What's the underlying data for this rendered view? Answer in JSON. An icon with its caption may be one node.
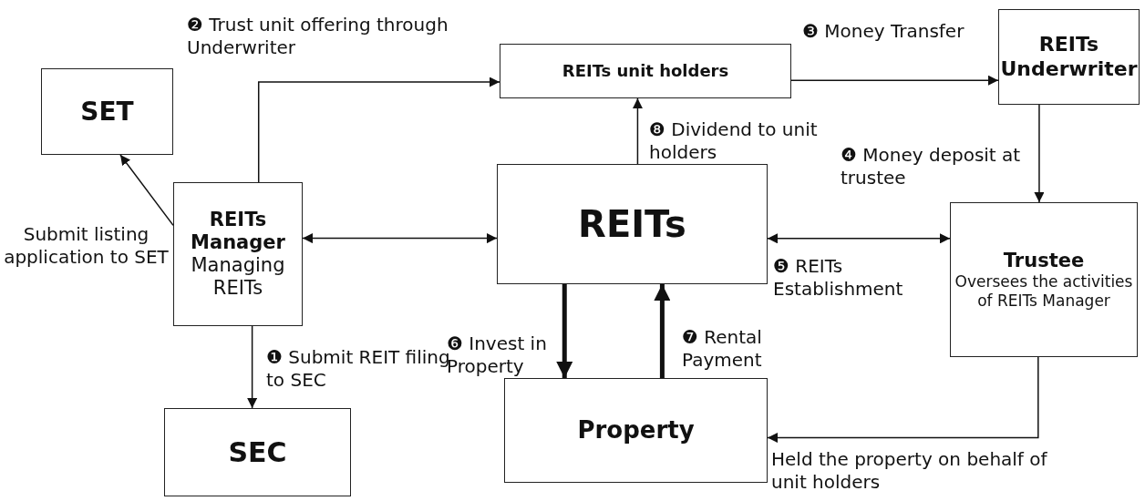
{
  "diagram": {
    "nodes": [
      {
        "text": [
          "SET"
        ]
      },
      {
        "text": [
          "REITs Manager",
          "Managing REITs"
        ]
      },
      {
        "text": [
          "REITs unit holders"
        ]
      },
      {
        "text": [
          "REITs Underwriter"
        ]
      },
      {
        "text": [
          "REITs"
        ]
      },
      {
        "text": [
          "Trustee",
          "Oversees the activities of REITs Manager"
        ]
      },
      {
        "text": [
          "SEC"
        ]
      },
      {
        "text": [
          "Property"
        ]
      }
    ],
    "edges": [
      {
        "from": 1,
        "to": 0,
        "arrow": "to",
        "label": "Submit listing application to SET"
      },
      {
        "from": 1,
        "to": 2,
        "arrow": "to",
        "label": "❷ Trust unit offering through Underwriter"
      },
      {
        "from": 2,
        "to": 3,
        "arrow": "to",
        "label": "❸ Money Transfer"
      },
      {
        "from": 3,
        "to": 5,
        "arrow": "to",
        "label": "❹ Money deposit at trustee"
      },
      {
        "from": 1,
        "to": 4,
        "arrow": "both"
      },
      {
        "from": 4,
        "to": 5,
        "arrow": "both",
        "label": "❺ REITs Establishment"
      },
      {
        "from": 1,
        "to": 6,
        "arrow": "to",
        "label": "❶ Submit REIT filing to SEC"
      },
      {
        "from": 4,
        "to": 7,
        "arrow": "to",
        "style": "thick",
        "label": "❻ Invest in Property"
      },
      {
        "from": 7,
        "to": 4,
        "arrow": "to",
        "style": "thick",
        "label": "❼ Rental Payment"
      },
      {
        "from": 4,
        "to": 2,
        "arrow": "to",
        "label": "❽ Dividend to unit holders"
      },
      {
        "from": 5,
        "to": 7,
        "arrow": "to",
        "label": "Held the property on behalf of unit holders"
      }
    ]
  }
}
